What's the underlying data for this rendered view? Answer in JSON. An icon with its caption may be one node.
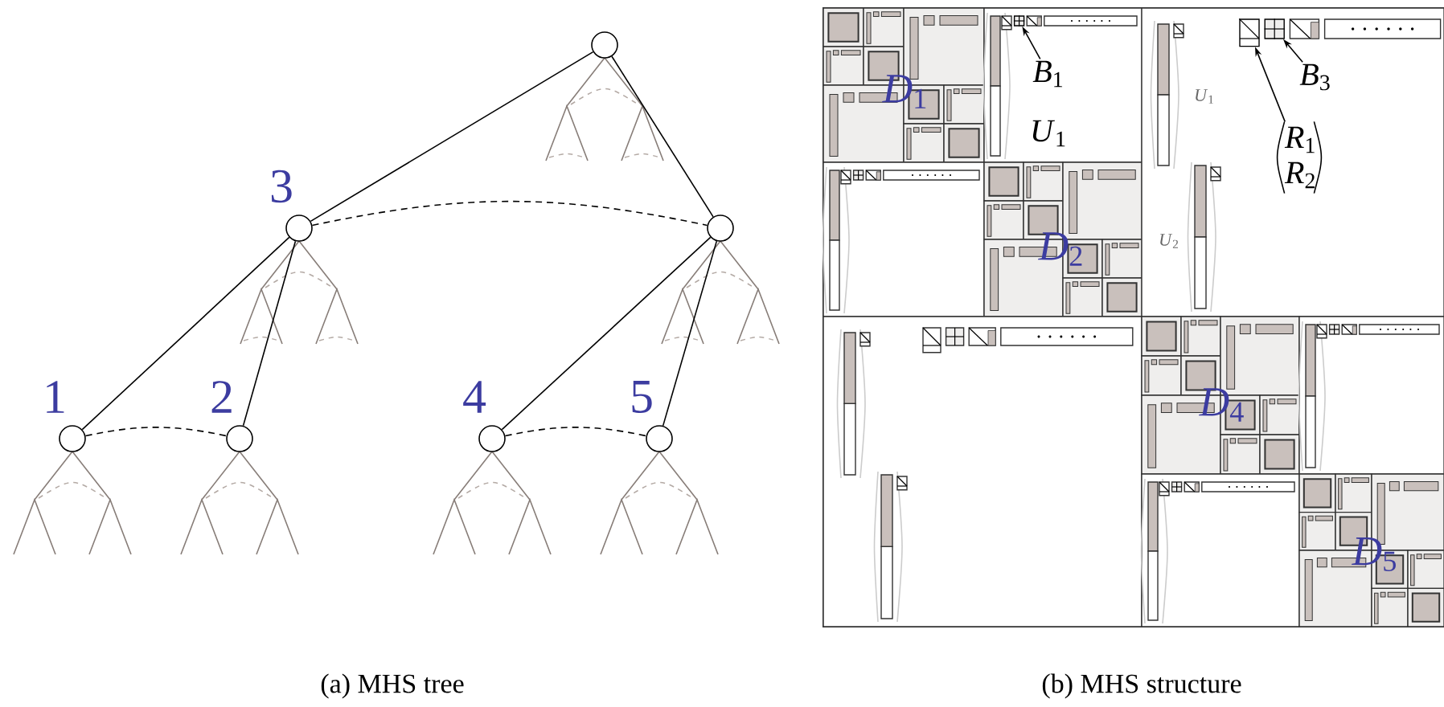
{
  "diagram": {
    "nodes": [
      {
        "text": [],
        "shape": "circle"
      },
      {
        "text": [],
        "shape": "circle",
        "beside": [
          "3"
        ]
      },
      {
        "text": [],
        "shape": "circle"
      },
      {
        "text": [],
        "shape": "circle",
        "beside": [
          "1"
        ]
      },
      {
        "text": [],
        "shape": "circle",
        "beside": [
          "2"
        ]
      },
      {
        "text": [],
        "shape": "circle",
        "beside": [
          "4"
        ]
      },
      {
        "text": [],
        "shape": "circle",
        "beside": [
          "5"
        ]
      },
      {
        "text": [
          "*B*$_{1}$"
        ]
      },
      {
        "text": [],
        "shape": "box"
      },
      {
        "text": [
          "*B*$_{3}$"
        ]
      },
      {
        "text": [],
        "shape": "box"
      },
      {
        "text": [
          "*R*$_{1}$ *R*$_{2}$"
        ]
      },
      {
        "text": [],
        "shape": "box"
      }
    ],
    "edges": [
      {
        "from": 0,
        "to": 1,
        "arrow": "none"
      },
      {
        "from": 0,
        "to": 2,
        "arrow": "none"
      },
      {
        "from": 1,
        "to": 2,
        "arrow": "none",
        "style": "dashed"
      },
      {
        "from": 1,
        "to": 3,
        "arrow": "none"
      },
      {
        "from": 1,
        "to": 4,
        "arrow": "none"
      },
      {
        "from": 3,
        "to": 4,
        "arrow": "none",
        "style": "dashed"
      },
      {
        "from": 2,
        "to": 5,
        "arrow": "none"
      },
      {
        "from": 2,
        "to": 6,
        "arrow": "none"
      },
      {
        "from": 5,
        "to": 6,
        "arrow": "none",
        "style": "dashed"
      },
      {
        "from": 7,
        "to": 8,
        "arrow": "to"
      },
      {
        "from": 9,
        "to": 12,
        "arrow": "to"
      },
      {
        "from": 11,
        "to": 10,
        "arrow": "to"
      }
    ],
    "labels": [
      "*D*$_{1}$",
      "*U*$_{1}$",
      "*U*$_{1}$",
      "*D*$_{2}$",
      "*U*$_{2}$",
      "*D*$_{4}$",
      "*D*$_{5}$",
      "(a) MHS tree",
      "(b) MHS structure"
    ]
  }
}
